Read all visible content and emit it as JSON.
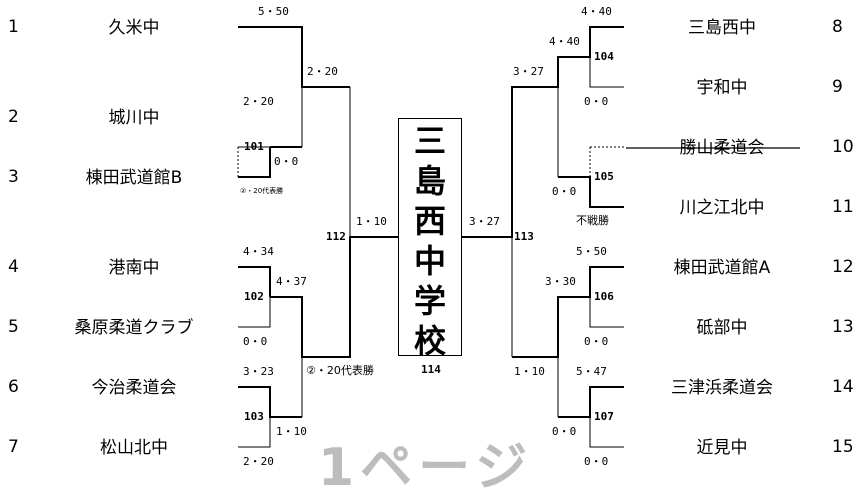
{
  "left_teams": [
    {
      "seed": "1",
      "name": "久米中"
    },
    {
      "seed": "2",
      "name": "城川中"
    },
    {
      "seed": "3",
      "name": "棟田武道館B"
    },
    {
      "seed": "4",
      "name": "港南中"
    },
    {
      "seed": "5",
      "name": "桑原柔道クラブ"
    },
    {
      "seed": "6",
      "name": "今治柔道会"
    },
    {
      "seed": "7",
      "name": "松山北中"
    }
  ],
  "right_teams": [
    {
      "seed": "8",
      "name": "三島西中"
    },
    {
      "seed": "9",
      "name": "宇和中"
    },
    {
      "seed": "10",
      "name": "勝山柔道会"
    },
    {
      "seed": "11",
      "name": "川之江北中"
    },
    {
      "seed": "12",
      "name": "棟田武道館A"
    },
    {
      "seed": "13",
      "name": "砥部中"
    },
    {
      "seed": "14",
      "name": "三津浜柔道会"
    },
    {
      "seed": "15",
      "name": "近見中"
    }
  ],
  "scores": {
    "l1": "5・50",
    "l2": "2・20",
    "l3": "0・0",
    "l4": "4・34",
    "l5": "0・0",
    "l6": "3・23",
    "l7": "2・20",
    "l23w": "0・0",
    "l45w": "4・37",
    "l67w": "1・10",
    "l1r2": "2・20",
    "lsemi": "1・10",
    "r8": "4・40",
    "r8b": "4・40",
    "r9": "0・0",
    "r10": "0・0",
    "r12": "5・50",
    "r12b": "3・30",
    "r13": "0・0",
    "r14": "5・47",
    "r15": "0・0",
    "r1415": "0・0",
    "rtop": "3・27",
    "rsemi": "3・27",
    "rbot": "1・10",
    "final_right": "3・27"
  },
  "match_numbers": {
    "m101": "101",
    "m102": "102",
    "m103": "103",
    "m104": "104",
    "m105": "105",
    "m106": "106",
    "m107": "107",
    "m112": "112",
    "m113": "113",
    "m114": "114"
  },
  "notes": {
    "forfeit": "不戦勝",
    "rep_small": "②・20代表勝",
    "rep": "②・20代表勝"
  },
  "champion": [
    "三",
    "島",
    "西",
    "中",
    "学",
    "校"
  ],
  "watermark": "1ページ"
}
